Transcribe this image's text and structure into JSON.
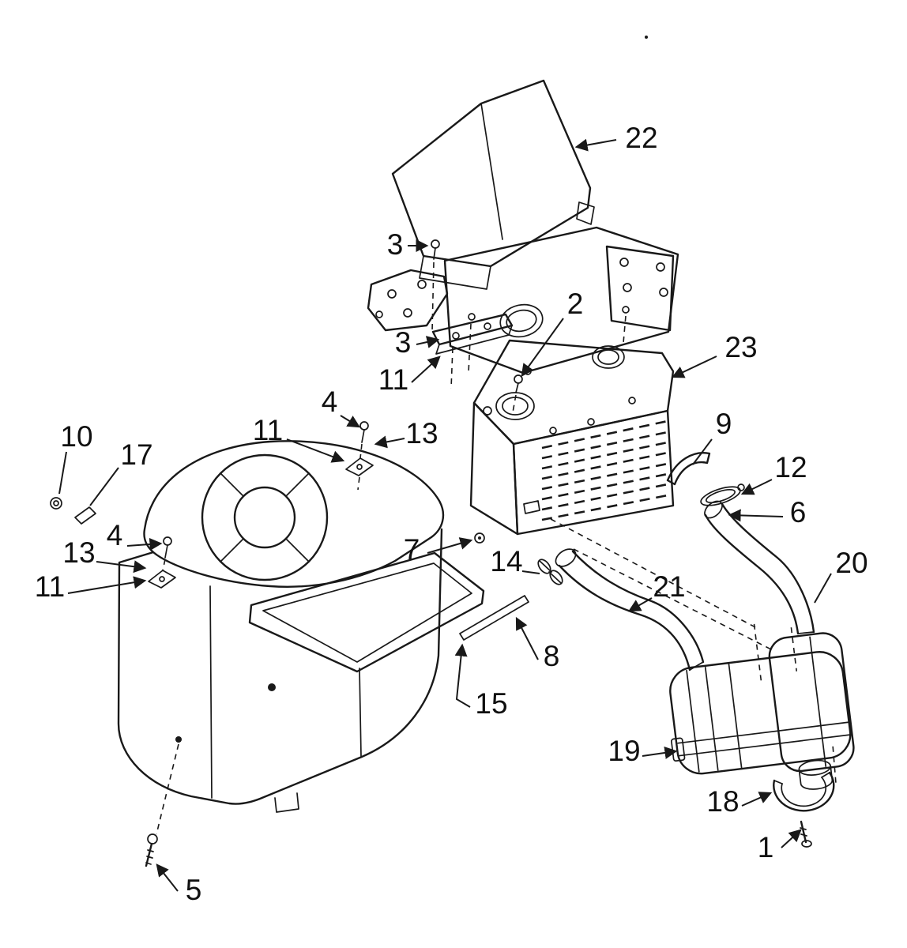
{
  "page": {
    "background": "#ffffff",
    "line_color": "#191919"
  },
  "diagram": {
    "callouts": [
      {
        "label": "22"
      },
      {
        "label": "3"
      },
      {
        "label": "2"
      },
      {
        "label": "3"
      },
      {
        "label": "23"
      },
      {
        "label": "11"
      },
      {
        "label": "4"
      },
      {
        "label": "11"
      },
      {
        "label": "13"
      },
      {
        "label": "10"
      },
      {
        "label": "17"
      },
      {
        "label": "9"
      },
      {
        "label": "12"
      },
      {
        "label": "6"
      },
      {
        "label": "4"
      },
      {
        "label": "13"
      },
      {
        "label": "7"
      },
      {
        "label": "14"
      },
      {
        "label": "11"
      },
      {
        "label": "21"
      },
      {
        "label": "20"
      },
      {
        "label": "8"
      },
      {
        "label": "15"
      },
      {
        "label": "19"
      },
      {
        "label": "18"
      },
      {
        "label": "5"
      },
      {
        "label": "1"
      }
    ]
  }
}
